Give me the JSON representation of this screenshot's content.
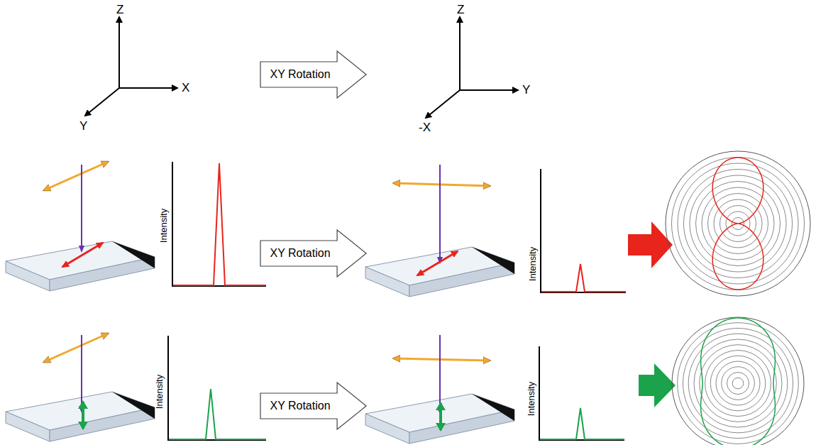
{
  "diagram": {
    "nodes": [
      {
        "text": [
          "XY Rotation"
        ]
      },
      {
        "text": [
          "XY Rotation"
        ]
      },
      {
        "text": [
          "XY Rotation"
        ]
      }
    ],
    "labels": [
      "Z",
      "X",
      "Y",
      "Z",
      "Y",
      "-X",
      "Intensity",
      "Intensity",
      "Intensity",
      "Intensity"
    ]
  }
}
